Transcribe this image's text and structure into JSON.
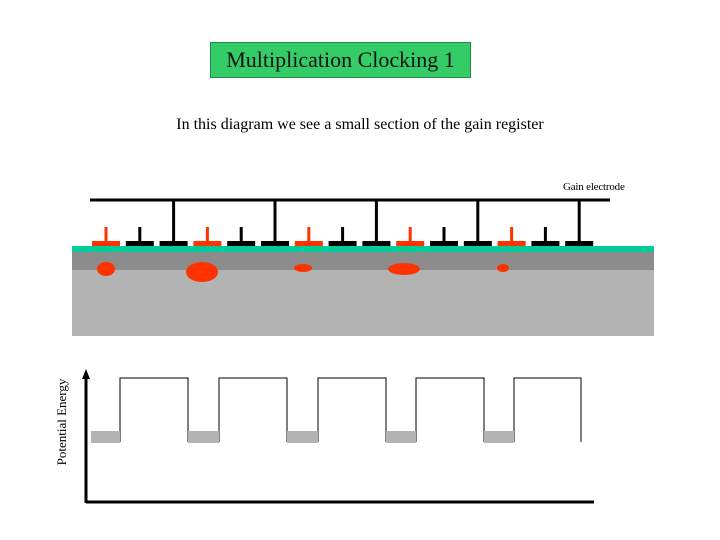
{
  "title": "Multiplication Clocking 1",
  "subtitle": "In this diagram we see a small section of the gain register",
  "electrode_label": "Gain electrode",
  "y_axis_label": "Potential Energy",
  "colors": {
    "title_bg": "#33cc66",
    "charge": "#ff3300",
    "substrate_top": "#00cc99",
    "substrate_dark": "#8c8c8c",
    "substrate_light": "#b3b3b3",
    "well": "#b3b3b3",
    "line": "#000000"
  }
}
